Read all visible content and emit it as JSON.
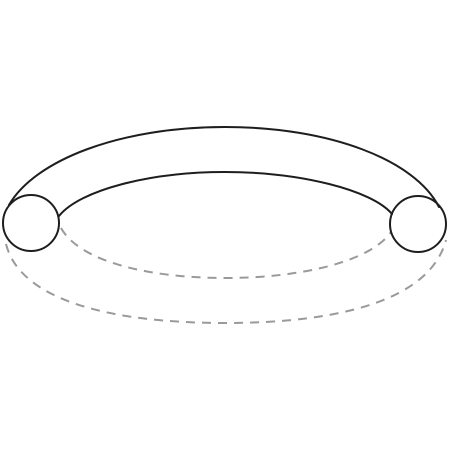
{
  "diagram": {
    "subject": "torus",
    "parts": [
      "outer-arc",
      "inner-arc",
      "left-cross-section",
      "right-cross-section",
      "hidden-outer-arc",
      "hidden-inner-arc"
    ]
  },
  "colors": {
    "background": "#ffffff",
    "visible_line": "#1e1e1e",
    "hidden_line": "#9a9a9a"
  }
}
